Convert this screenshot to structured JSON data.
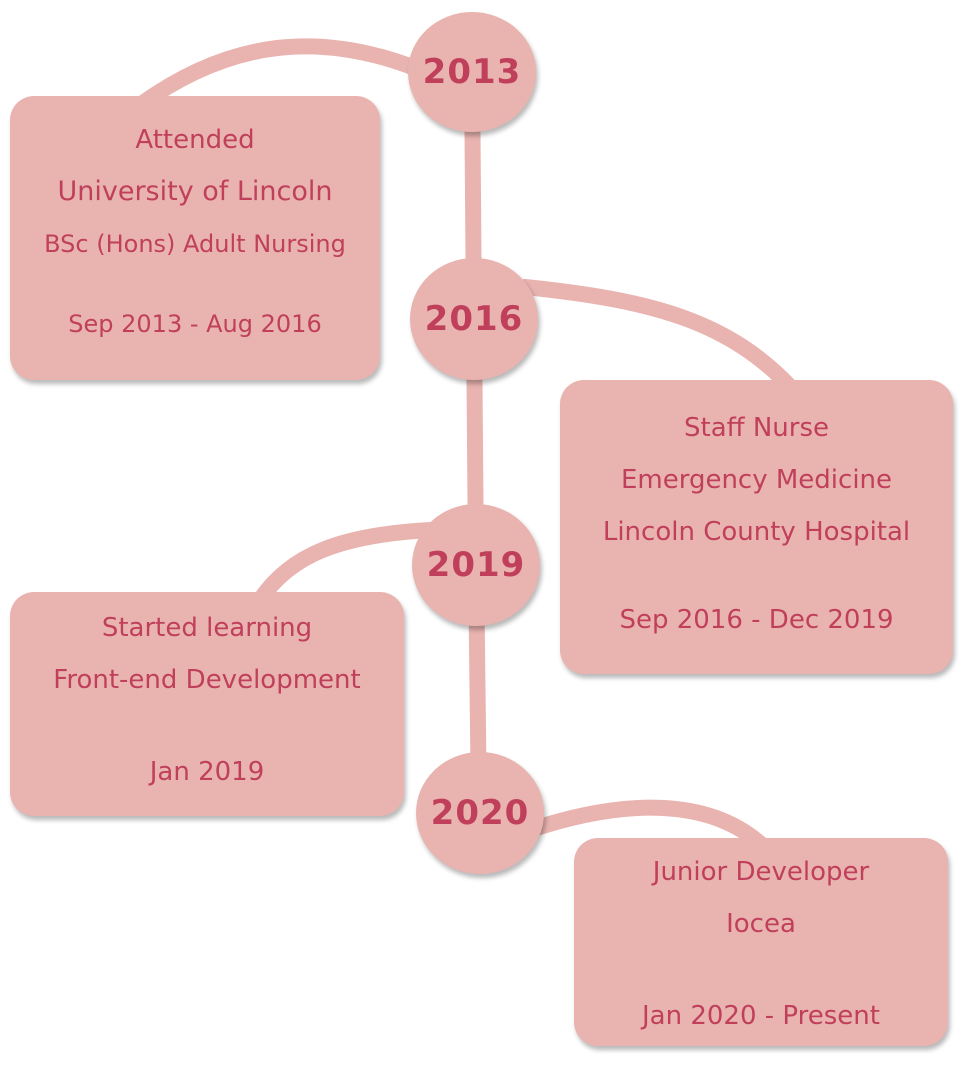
{
  "colors": {
    "node_fill": "#e9b4b0",
    "connector": "#e9b4b0",
    "text": "#c0405c",
    "background": "#ffffff"
  },
  "years": [
    "2013",
    "2016",
    "2019",
    "2020"
  ],
  "entries": [
    {
      "year": "2013",
      "lines": [
        "Attended",
        "University of Lincoln",
        "BSc (Hons) Adult Nursing"
      ],
      "dates": "Sep 2013 - Aug 2016"
    },
    {
      "year": "2016",
      "lines": [
        "Staff Nurse",
        "Emergency Medicine",
        "Lincoln County Hospital"
      ],
      "dates": "Sep 2016 - Dec 2019"
    },
    {
      "year": "2019",
      "lines": [
        "Started learning",
        "Front-end Development"
      ],
      "dates": "Jan 2019"
    },
    {
      "year": "2020",
      "lines": [
        "Junior Developer",
        "Iocea"
      ],
      "dates": "Jan 2020 - Present"
    }
  ]
}
